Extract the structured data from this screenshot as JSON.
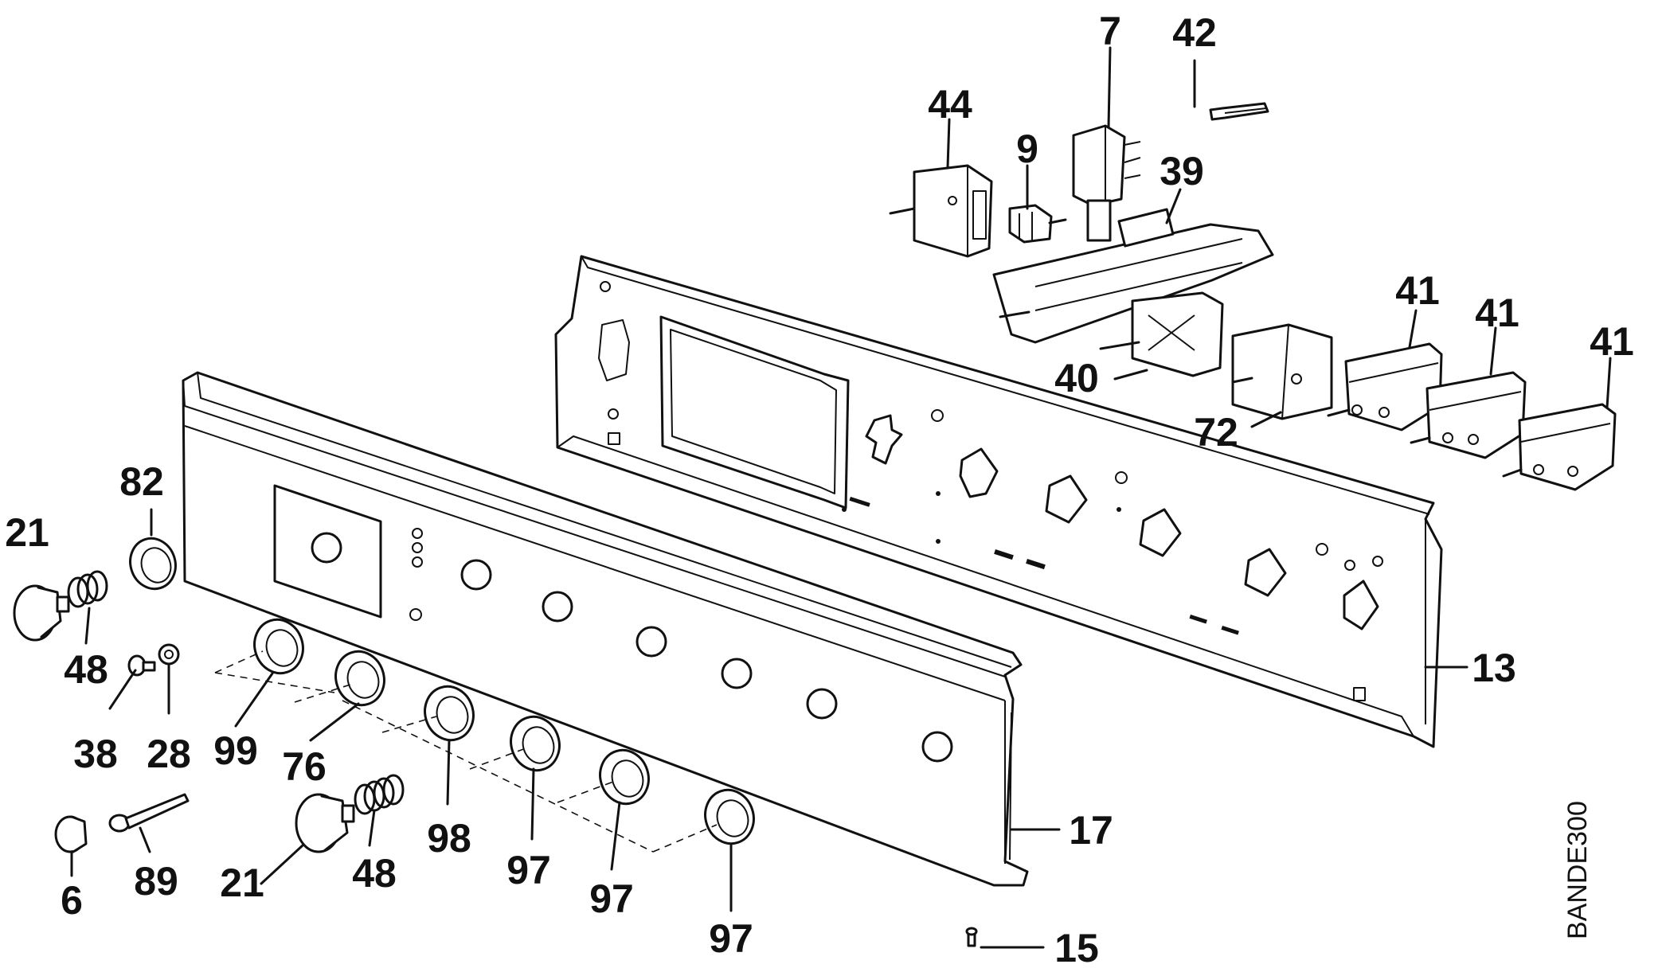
{
  "diagram": {
    "reference_code": "BANDE300",
    "part_labels": [
      "44",
      "7",
      "42",
      "9",
      "39",
      "41",
      "41",
      "41",
      "40",
      "72",
      "13",
      "82",
      "21",
      "48",
      "38",
      "28",
      "99",
      "76",
      "98",
      "97",
      "97",
      "97",
      "21",
      "48",
      "6",
      "89",
      "17",
      "15"
    ]
  },
  "colors": {
    "ink": "#111111",
    "paper": "#ffffff"
  }
}
